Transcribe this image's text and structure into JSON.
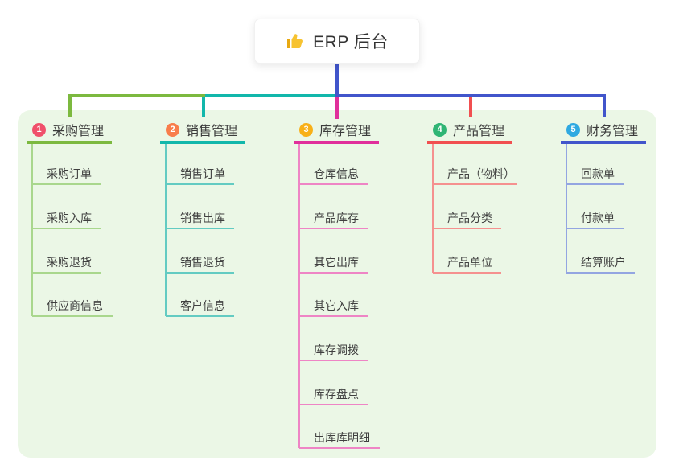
{
  "root": {
    "label": "ERP 后台",
    "icon": "thumbs-up-icon"
  },
  "colors": {
    "canvas": "#ffffff",
    "background_panel": "#ebf7e6",
    "root_connector": "#4155cb"
  },
  "branches": [
    {
      "index": "1",
      "label": "采购管理",
      "color": "#7cb93f",
      "light_color": "#a9d78d",
      "badge_color": "#f0506b",
      "children": [
        "采购订单",
        "采购入库",
        "采购退货",
        "供应商信息"
      ]
    },
    {
      "index": "2",
      "label": "销售管理",
      "color": "#12b7ab",
      "light_color": "#63cbc2",
      "badge_color": "#f87d4b",
      "children": [
        "销售订单",
        "销售出库",
        "销售退货",
        "客户信息"
      ]
    },
    {
      "index": "3",
      "label": "库存管理",
      "color": "#e02f9b",
      "light_color": "#ee85c5",
      "badge_color": "#f8b018",
      "children": [
        "仓库信息",
        "产品库存",
        "其它出库",
        "其它入库",
        "库存调拨",
        "库存盘点",
        "出库库明细"
      ]
    },
    {
      "index": "4",
      "label": "产品管理",
      "color": "#f14f50",
      "light_color": "#f5918f",
      "badge_color": "#2fb574",
      "children": [
        "产品（物料）",
        "产品分类",
        "产品单位"
      ]
    },
    {
      "index": "5",
      "label": "财务管理",
      "color": "#4155cb",
      "light_color": "#93a5e1",
      "badge_color": "#2fa9e1",
      "children": [
        "回款单",
        "付款单",
        "结算账户"
      ]
    }
  ]
}
